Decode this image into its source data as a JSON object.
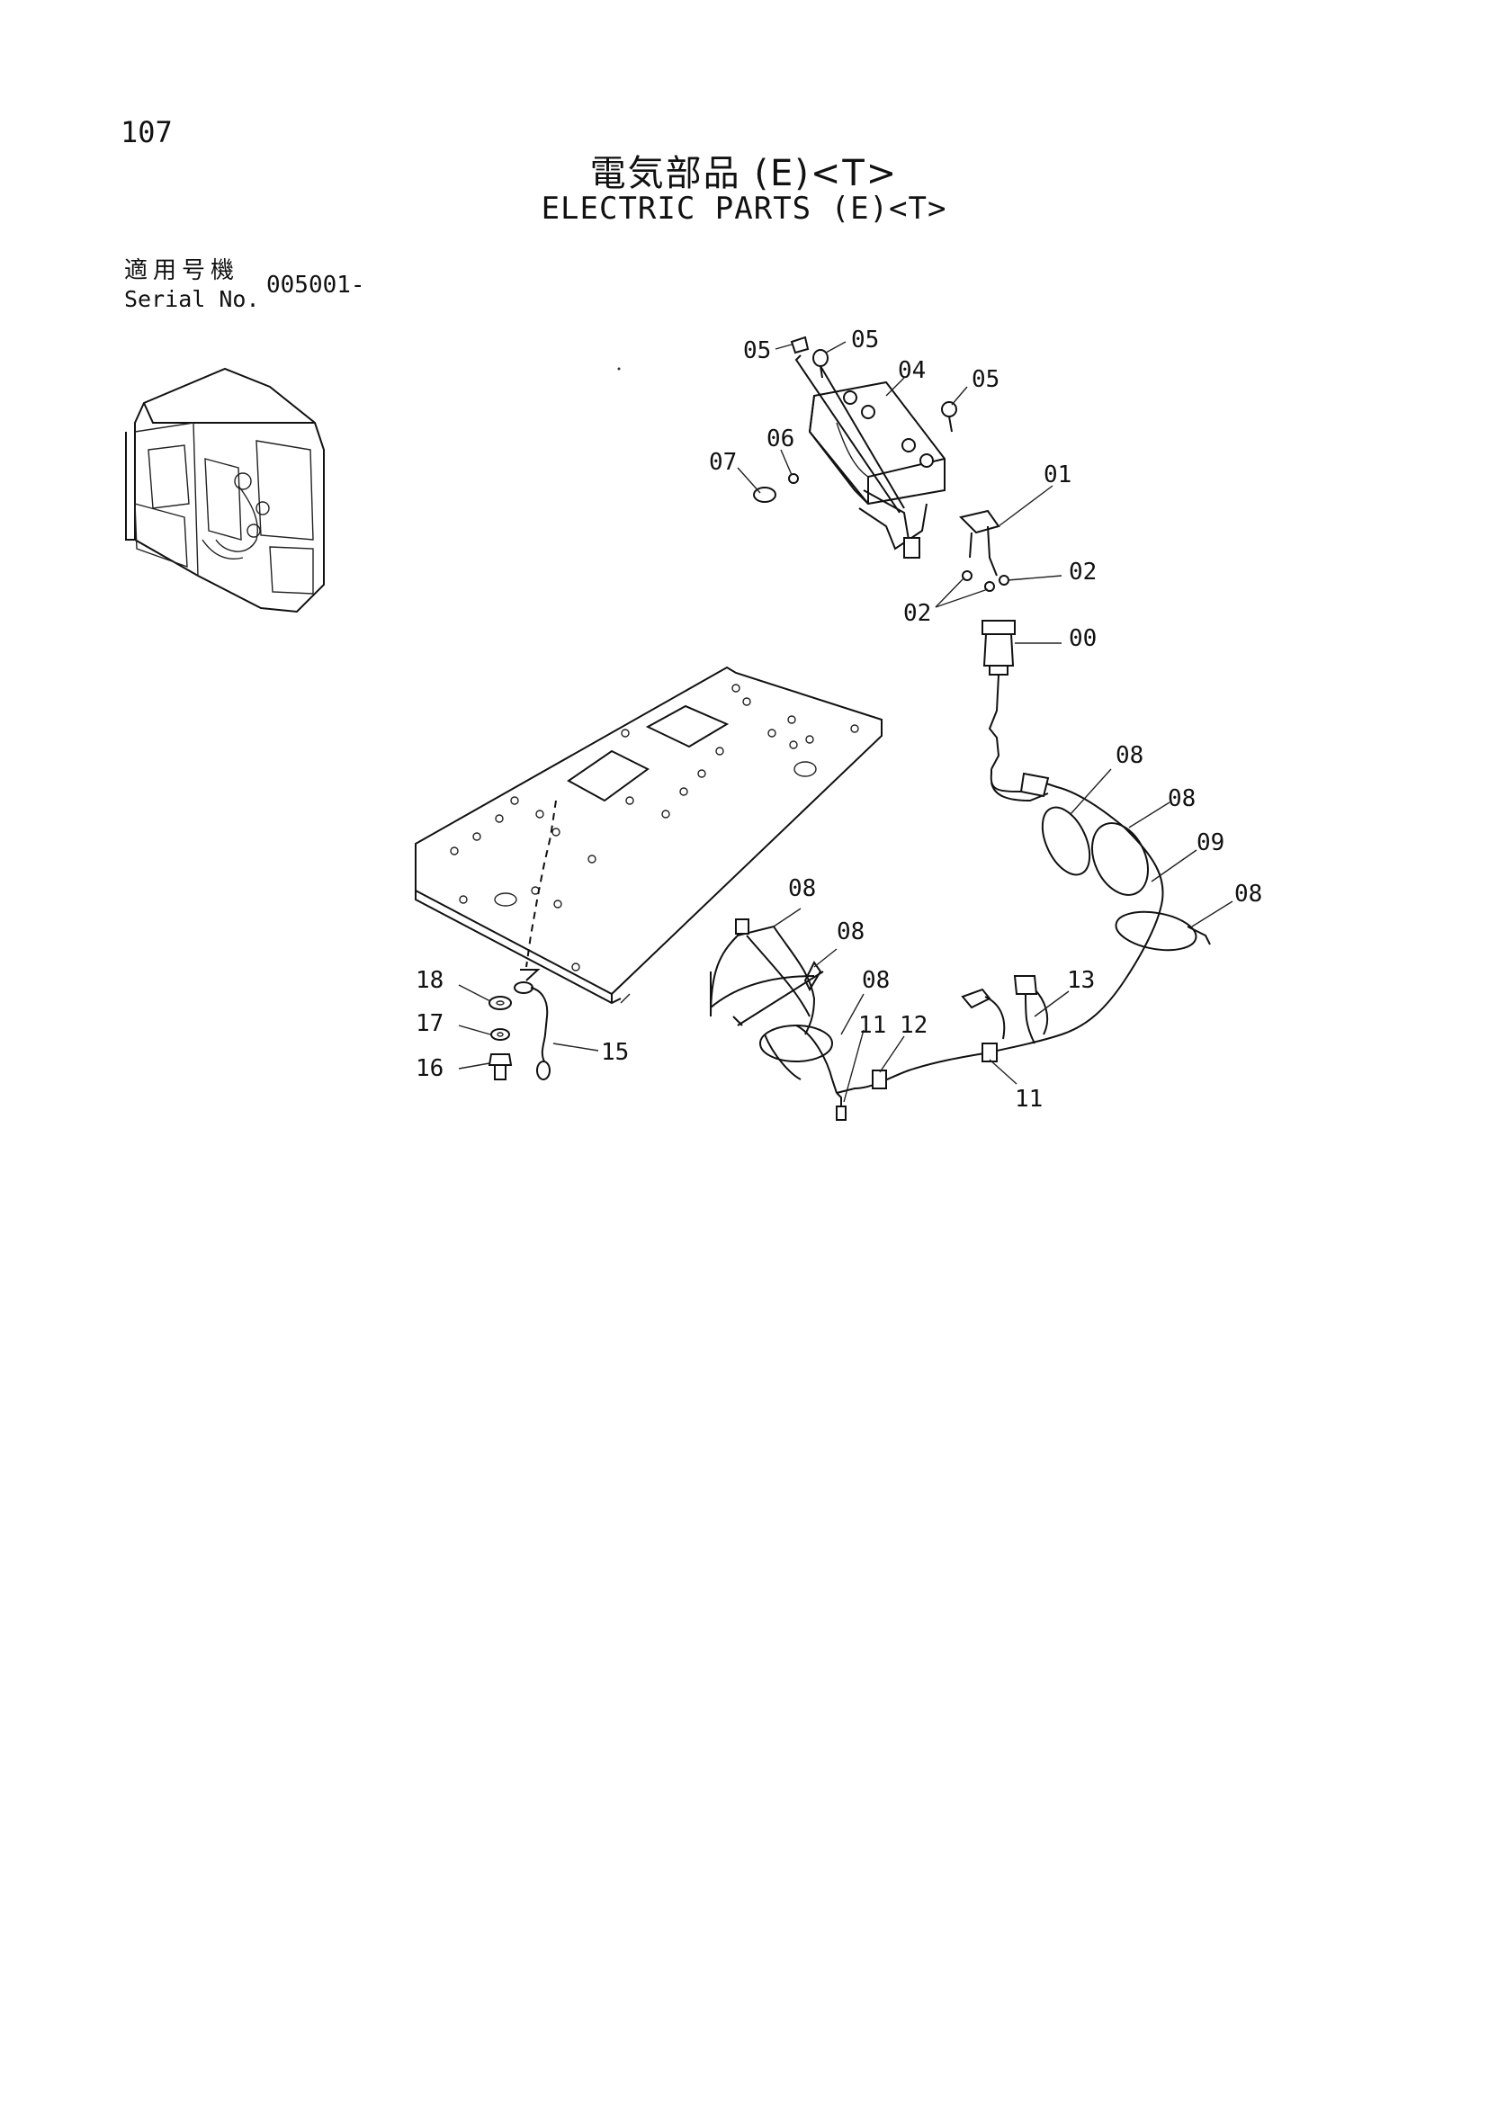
{
  "header": {
    "page_number": "107",
    "title_jp": "電気部品 (E)<T>",
    "title_en": "ELECTRIC PARTS (E)<T>"
  },
  "serial": {
    "label_jp": "適用号機",
    "label_en": "Serial No.",
    "value": "005001-"
  },
  "callouts": {
    "p00": "00",
    "p01": "01",
    "p02a": "02",
    "p02b": "02",
    "p04": "04",
    "p05a": "05",
    "p05b": "05",
    "p05c": "05",
    "p06": "06",
    "p07": "07",
    "p08a": "08",
    "p08b": "08",
    "p08c": "08",
    "p08d": "08",
    "p08e": "08",
    "p08f": "08",
    "p09": "09",
    "p11a": "11",
    "p11b": "11",
    "p12": "12",
    "p13": "13",
    "p15": "15",
    "p16": "16",
    "p17": "17",
    "p18": "18"
  }
}
